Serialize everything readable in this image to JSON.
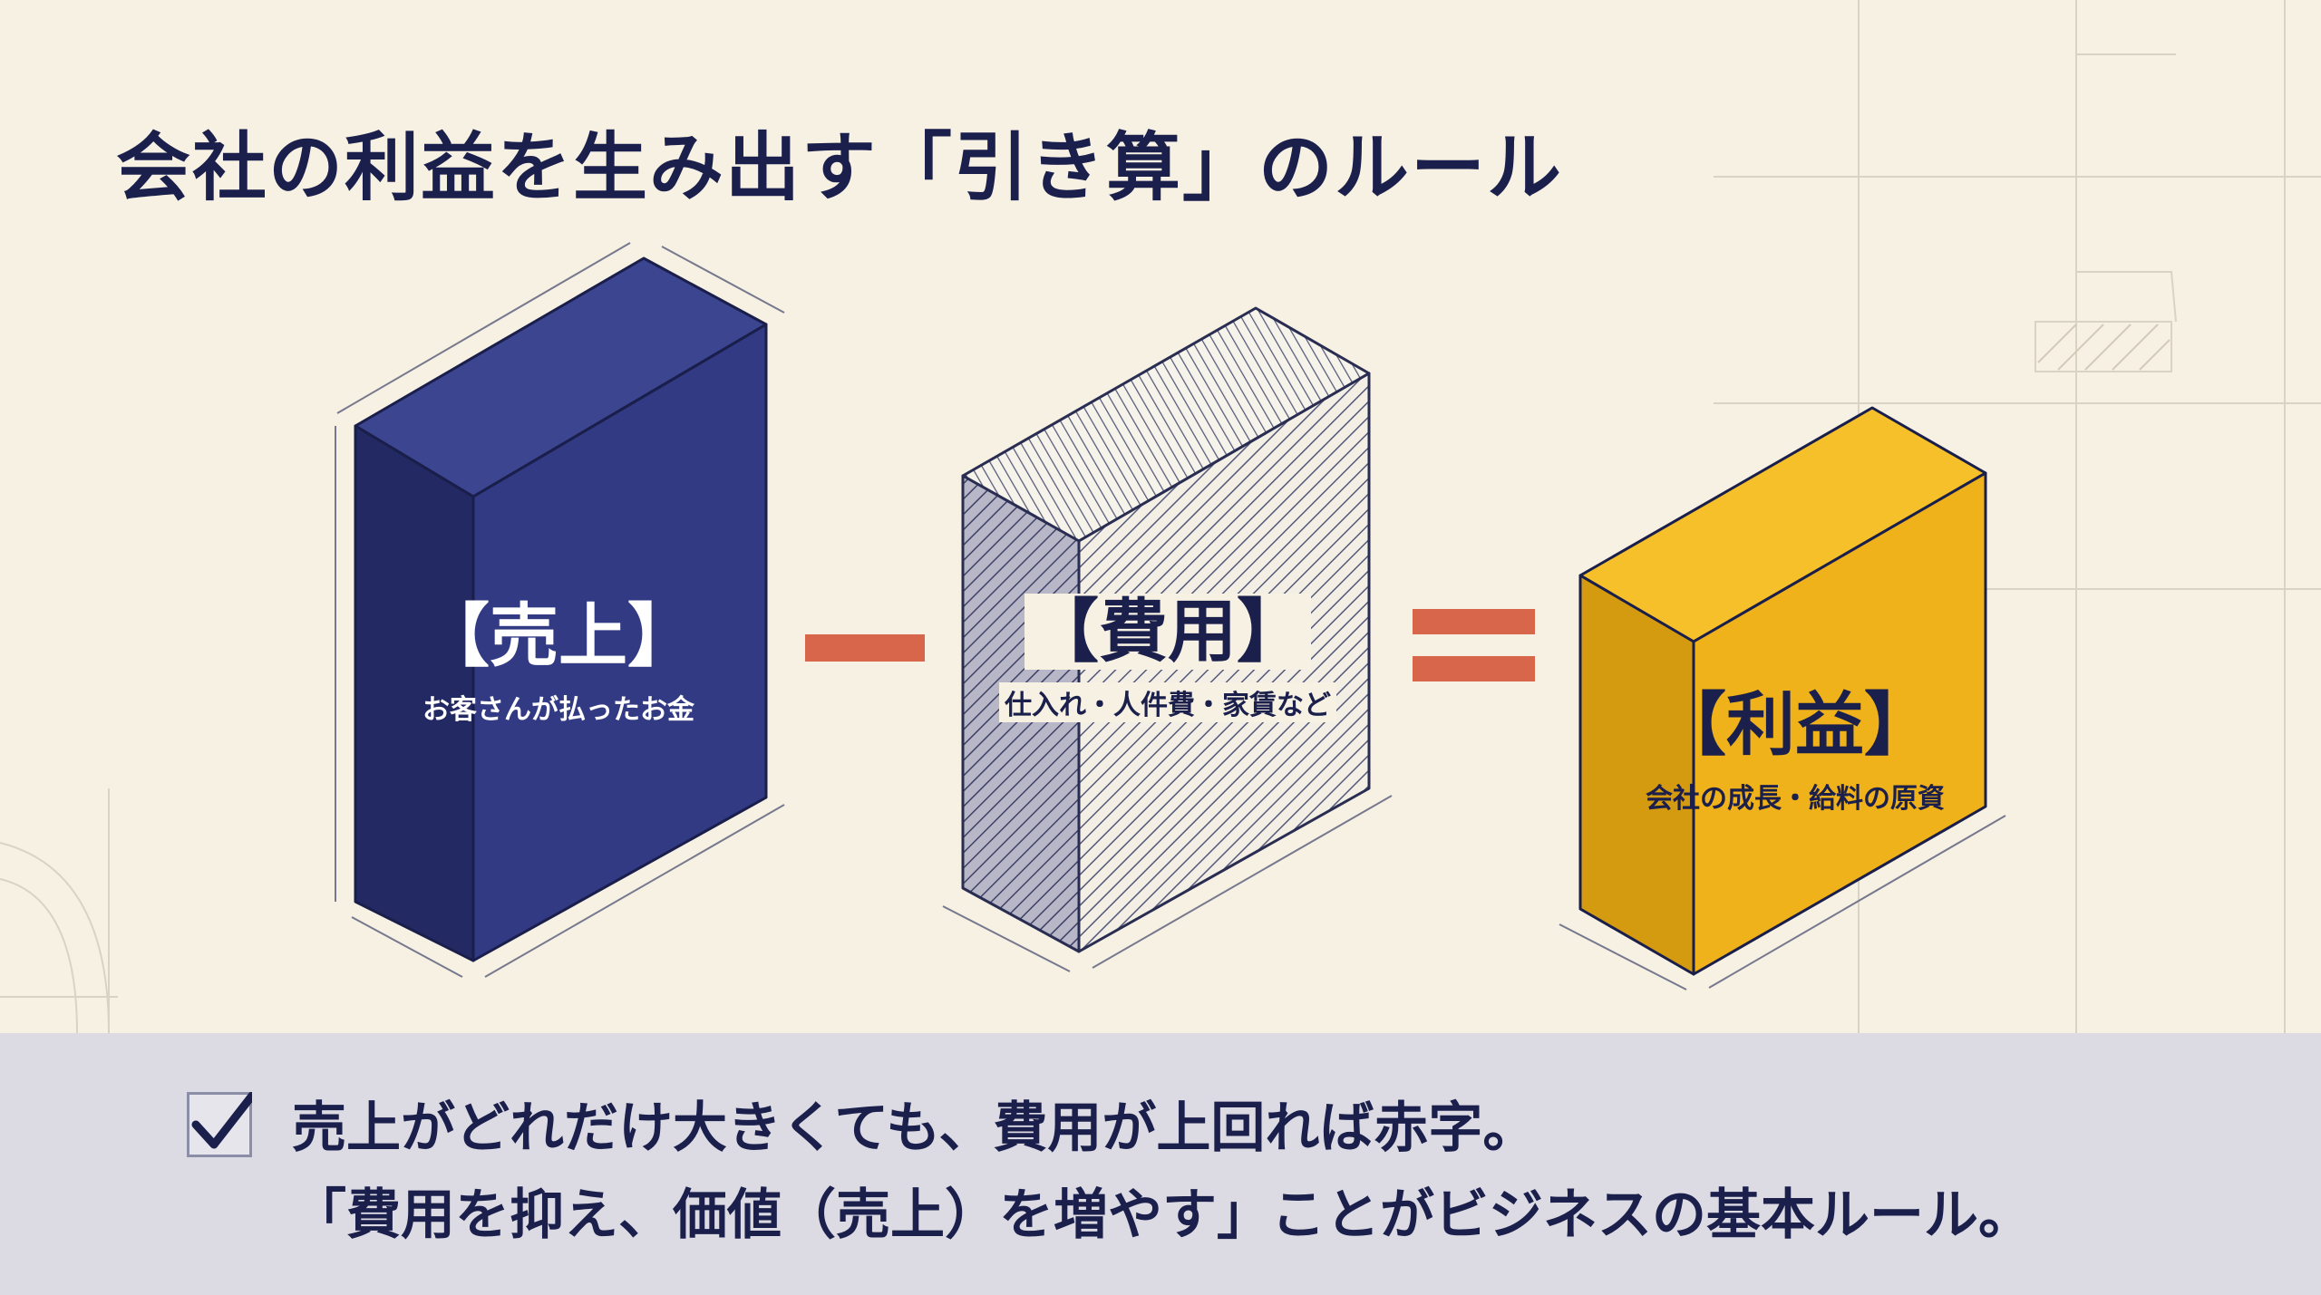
{
  "title": "会社の利益を生み出す「引き算」のルール",
  "blocks": [
    {
      "label": "【売上】",
      "sub": "お客さんが払ったお金"
    },
    {
      "label": "【費用】",
      "sub": "仕入れ・人件費・家賃など"
    },
    {
      "label": "【利益】",
      "sub": "会社の成長・給料の原資"
    }
  ],
  "operators": {
    "minus": "minus",
    "equals": "equals"
  },
  "summary": {
    "line1": "売上がどれだけ大きくても、費用が上回れば赤字。",
    "line2": "「費用を抑え、価値（売上）を増やす」ことがビジネスの基本ルール。"
  },
  "colors": {
    "background": "#f6f1e3",
    "navy": "#323a84",
    "navy_dark": "#232a63",
    "navy_top": "#3c458f",
    "gold": "#f0b21a",
    "gold_dark": "#d49a10",
    "gold_top": "#f6c02a",
    "operator": "#d8664a",
    "text": "#1b1f4b",
    "panel": "#dcdbe3"
  },
  "icons": [
    "checkbox-check-icon"
  ]
}
